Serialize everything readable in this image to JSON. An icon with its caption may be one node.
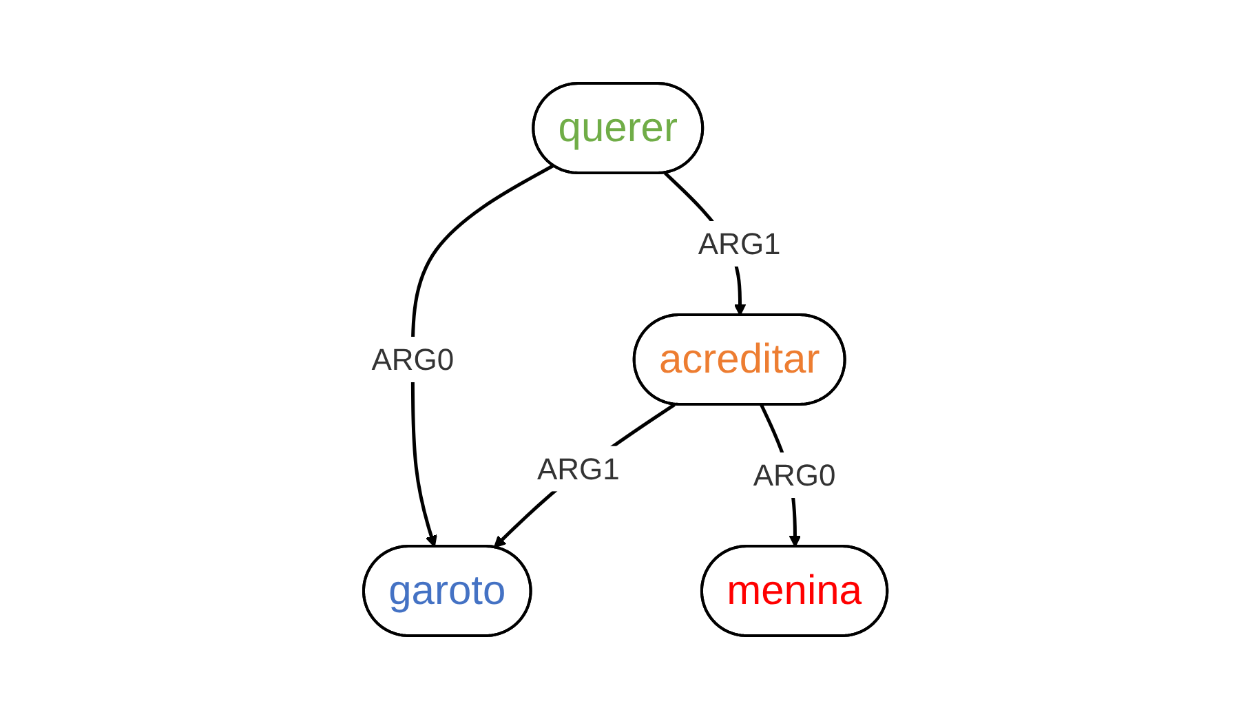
{
  "diagram": {
    "nodes": [
      {
        "text": [
          "querer"
        ]
      },
      {
        "text": [
          "garoto"
        ]
      },
      {
        "text": [
          "acreditar"
        ]
      },
      {
        "text": [
          "menina"
        ]
      }
    ],
    "edges": [
      {
        "from": 0,
        "to": 1,
        "arrow": "to",
        "label": "ARG0"
      },
      {
        "from": 0,
        "to": 2,
        "arrow": "to",
        "label": "ARG1"
      },
      {
        "from": 2,
        "to": 1,
        "arrow": "to",
        "label": "ARG1"
      },
      {
        "from": 2,
        "to": 3,
        "arrow": "to",
        "label": "ARG0"
      }
    ]
  }
}
